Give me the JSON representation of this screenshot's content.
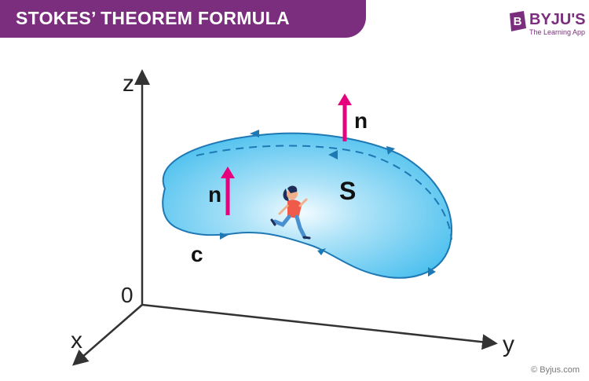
{
  "header": {
    "title": "STOKES’ THEOREM FORMULA",
    "banner_color": "#7b2e7e"
  },
  "logo": {
    "name": "BYJU'S",
    "tagline": "The Learning App",
    "badge_letter": "B",
    "color": "#7b2e7e"
  },
  "diagram": {
    "axes": {
      "z_label": "z",
      "y_label": "y",
      "x_label": "x",
      "origin_label": "0"
    },
    "surface_label": "S",
    "curve_label": "c",
    "normal_label_top": "n",
    "normal_label_left": "n",
    "colors": {
      "surface_fill": "#5cc8f2",
      "surface_edge": "#1e78b4",
      "normal_arrow": "#e6007e",
      "axis": "#333333"
    },
    "icons": [
      "runner-figure"
    ]
  },
  "footer": {
    "copyright": "© Byjus.com"
  }
}
